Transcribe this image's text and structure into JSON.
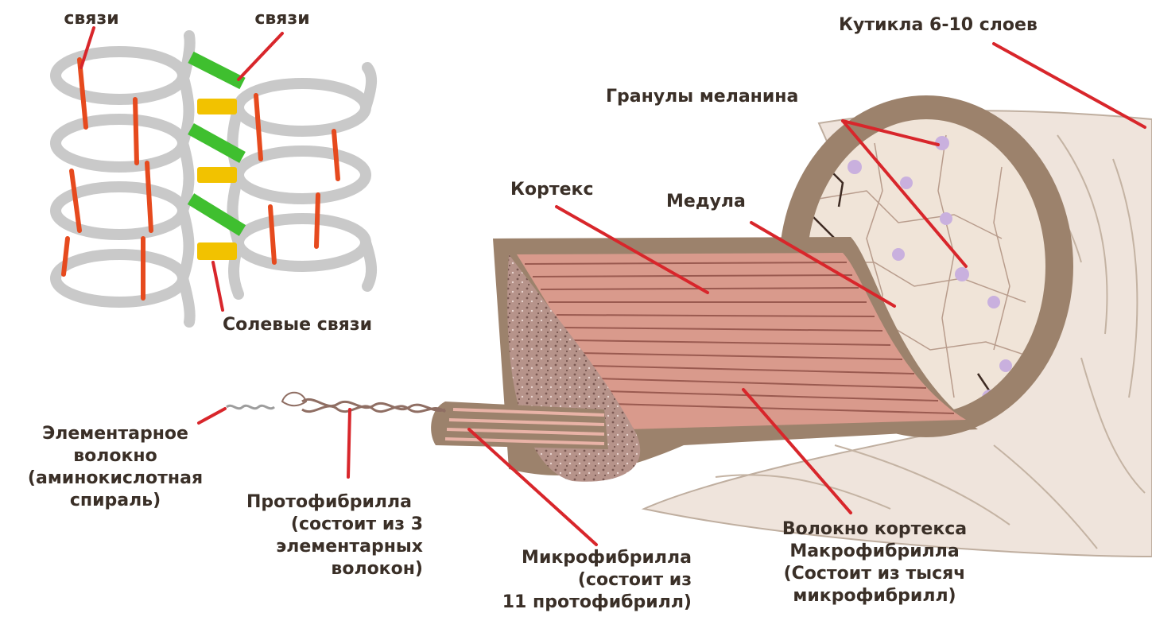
{
  "labels": {
    "bonds_left": "связи",
    "bonds_right": "связи",
    "cuticle": "Кутикла 6-10 слоев",
    "melanin": "Гранулы меланина",
    "cortex": "Кортекс",
    "medulla": "Медула",
    "salt_bonds": "Солевые связи",
    "elementary_fiber": [
      "Элементарное",
      "волокно",
      "(аминокислотная",
      "спираль)"
    ],
    "protofibril": [
      "Протофибрилла",
      "(состоит из 3",
      "элементарных",
      "волокон)"
    ],
    "microfibril": [
      "Микрофибрилла",
      "(состоит из",
      "11 протофибрилл)"
    ],
    "macrofibril": [
      "Волокно кортекса",
      "Макрофибрилла",
      "(Состоит из тысяч",
      "микрофибрилл)"
    ]
  },
  "colors": {
    "label_text": "#3a2f27",
    "pointer_line": "#d8262b",
    "helix": "#c9c9c9",
    "hydrogen_bond": "#e64a1e",
    "disulfide_bond": "#3fbf2f",
    "salt_bond": "#f2c200",
    "hair_shell": "#9c826c",
    "cortex_fiber": "#d99a8c",
    "cuticle_surface": "#efe4dc",
    "medulla_bg": "#f0e4d8",
    "melanin_granule": "#c9b0de"
  }
}
